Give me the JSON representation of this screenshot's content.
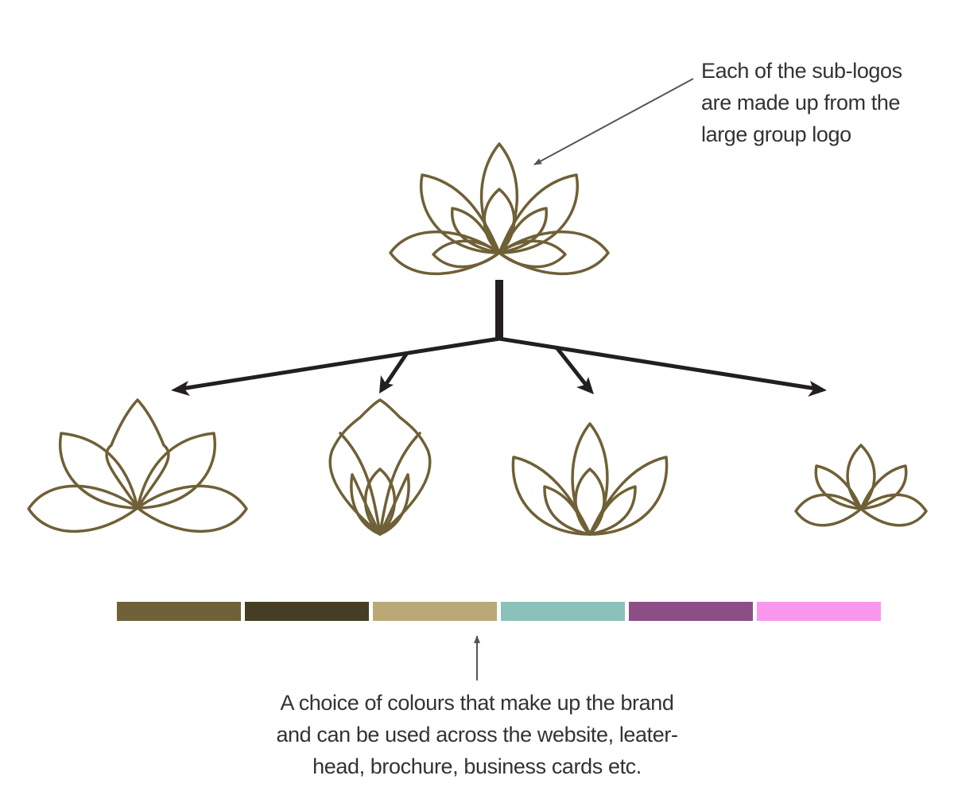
{
  "annotations": {
    "top_note": [
      "Each of the sub-logos",
      "are made up from the",
      "large group logo"
    ],
    "bottom_note": [
      "A choice of colours that make up the brand",
      "and can be used across the website, leater-",
      "head, brochure, business cards etc."
    ]
  },
  "logo": {
    "stroke_color": "#6f6036",
    "connector_color": "#231f20",
    "pointer_color": "#555555"
  },
  "palette": [
    {
      "name": "olive",
      "hex": "#6f6139"
    },
    {
      "name": "dark-olive",
      "hex": "#453e24"
    },
    {
      "name": "sand",
      "hex": "#bba876"
    },
    {
      "name": "teal",
      "hex": "#8bc1bb"
    },
    {
      "name": "plum",
      "hex": "#8c4f85"
    },
    {
      "name": "pink",
      "hex": "#f997ec"
    }
  ],
  "icons": {
    "group_logo": "lotus-group-logo-icon",
    "sub_logos": [
      "lotus-sub-logo-wide-icon",
      "lotus-sub-logo-bud-icon",
      "lotus-sub-logo-bowl-icon",
      "lotus-sub-logo-small-icon"
    ]
  }
}
